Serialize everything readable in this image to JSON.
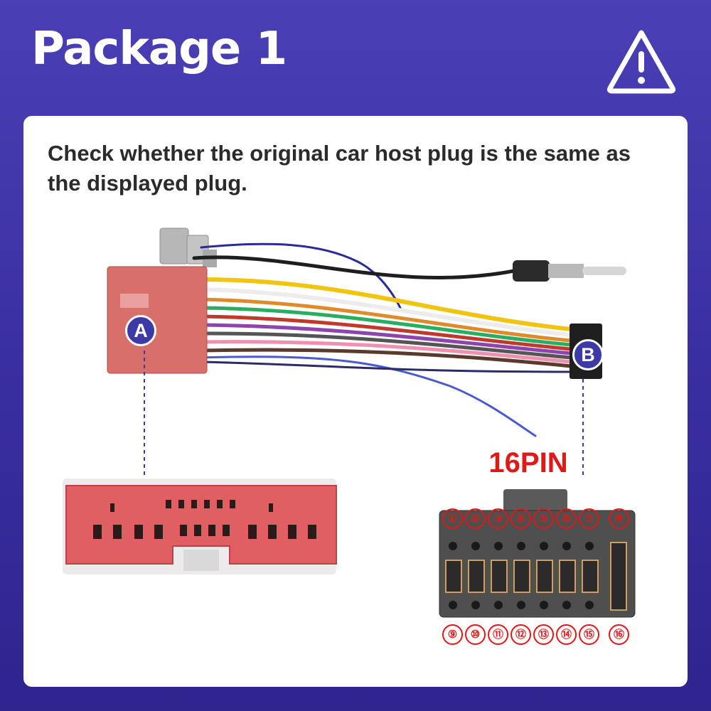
{
  "header": {
    "title": "Package 1",
    "warning_icon": "warning-triangle-icon"
  },
  "card": {
    "headline": "Check whether the original car host plug is the same as the displayed plug.",
    "connector_a_label": "A",
    "connector_b_label": "B",
    "pin_title": "16PIN",
    "pins_top": [
      "①",
      "②",
      "③",
      "④",
      "⑤",
      "⑥",
      "⑦",
      "⑧"
    ],
    "pins_bottom": [
      "⑨",
      "⑩",
      "⑪",
      "⑫",
      "⑬",
      "⑭",
      "⑮",
      "⑯"
    ]
  },
  "colors": {
    "background": "#3a2fa2",
    "badge": "#3d3aa6",
    "pin_red": "#e21818",
    "connector_red": "#e06b6b"
  }
}
